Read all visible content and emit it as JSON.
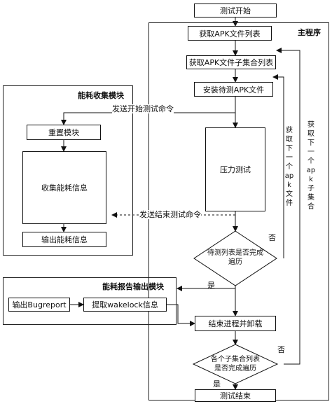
{
  "modules": {
    "main": "主程序",
    "energy_collect": "能耗收集模块",
    "report_output": "能耗报告输出模块"
  },
  "steps": {
    "start": "测试开始",
    "get_apk_list": "获取APK文件列表",
    "get_apk_sublists": "获取APK文件子集合列表",
    "install_apk": "安装待测APK文件",
    "stress_test": "压力测试",
    "end_uninstall": "结束进程并卸载",
    "end": "测试结束",
    "reset_module": "重置模块",
    "collect_energy": "收集能耗信息",
    "output_energy": "输出能耗信息",
    "output_bugreport": "输出Bugreport",
    "get_wakelock": "提取wakelock信息"
  },
  "decisions": {
    "list_done_line1": "待测列表是否完成",
    "list_done_line2": "遍历",
    "sublists_done_line1": "各个子集合列表",
    "sublists_done_line2": "是否完成遍历"
  },
  "edges": {
    "send_start_cmd": "发送开始测试命令",
    "send_end_cmd": "发送结束测试命令",
    "yes_1": "是",
    "no_1": "否",
    "yes_2": "是",
    "no_2": "否",
    "next_apk": "获取下一个apk文件",
    "next_subset": "获取下一个apk子集合"
  }
}
